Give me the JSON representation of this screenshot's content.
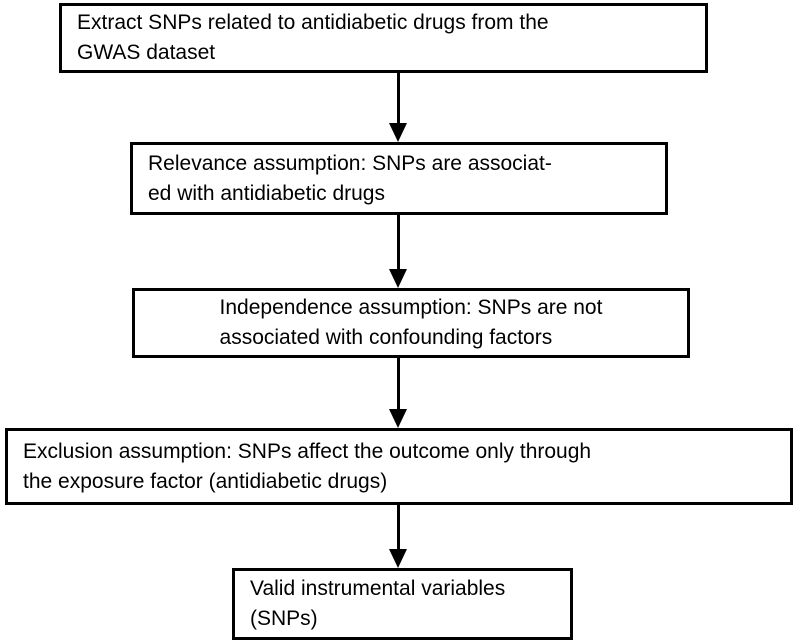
{
  "diagram": {
    "title": "Mendelian randomization instrumental variable selection flowchart",
    "type": "flowchart",
    "orientation": "top-to-bottom",
    "colors": {
      "background": "#ffffff",
      "box_fill": "#ffffff",
      "box_border": "#000000",
      "text": "#000000",
      "arrow": "#000000"
    },
    "nodes": [
      {
        "id": "node-extract-snps",
        "name": "extract-snps-box",
        "align": "left",
        "lines": [
          "Extract SNPs related to antidiabetic drugs from the",
          "GWAS dataset"
        ]
      },
      {
        "id": "node-relevance-assumption",
        "name": "relevance-assumption-box",
        "align": "left",
        "lines": [
          "Relevance assumption: SNPs are associat-",
          "ed with antidiabetic drugs"
        ]
      },
      {
        "id": "node-independence-assumption",
        "name": "independence-assumption-box",
        "align": "center",
        "lines": [
          "Independence assumption: SNPs are not",
          "associated with confounding factors"
        ]
      },
      {
        "id": "node-exclusion-assumption",
        "name": "exclusion-assumption-box",
        "align": "left",
        "lines": [
          "Exclusion assumption: SNPs affect the outcome only through",
          "the exposure factor (antidiabetic drugs)"
        ]
      },
      {
        "id": "node-valid-ivs",
        "name": "valid-instrumental-variables-box",
        "align": "left",
        "lines": [
          "Valid instrumental variables",
          "(SNPs)"
        ]
      }
    ],
    "edges": [
      {
        "id": "edge-1",
        "name": "arrow-extract-to-relevance",
        "from": "node-extract-snps",
        "to": "node-relevance-assumption",
        "style": "solid-arrow-down"
      },
      {
        "id": "edge-2",
        "name": "arrow-relevance-to-independence",
        "from": "node-relevance-assumption",
        "to": "node-independence-assumption",
        "style": "solid-arrow-down"
      },
      {
        "id": "edge-3",
        "name": "arrow-independence-to-exclusion",
        "from": "node-independence-assumption",
        "to": "node-exclusion-assumption",
        "style": "solid-arrow-down"
      },
      {
        "id": "edge-4",
        "name": "arrow-exclusion-to-valid-ivs",
        "from": "node-exclusion-assumption",
        "to": "node-valid-ivs",
        "style": "solid-arrow-down"
      }
    ]
  }
}
